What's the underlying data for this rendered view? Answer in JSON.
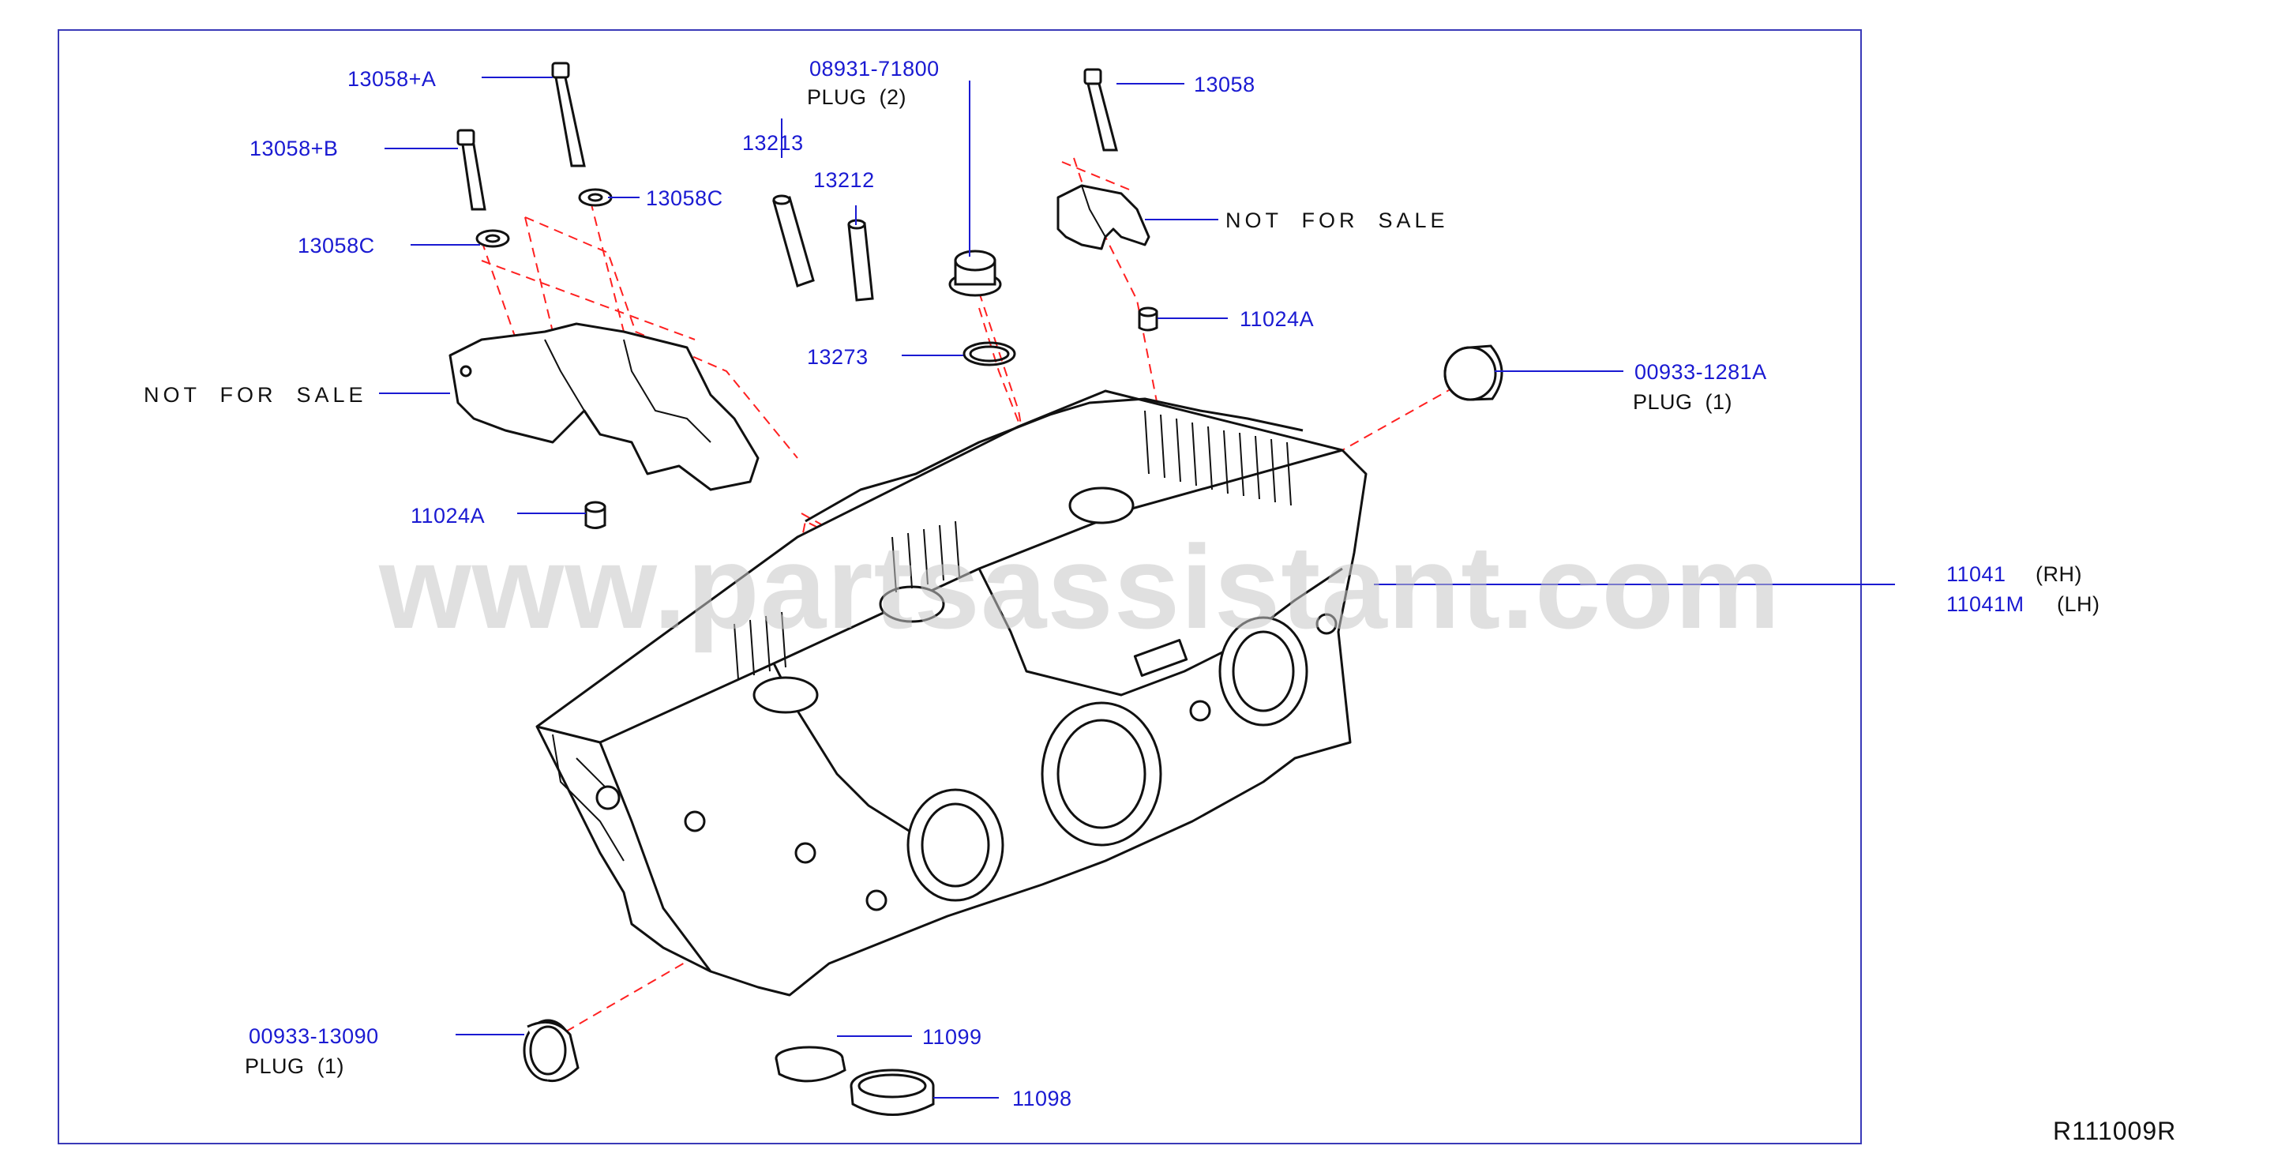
{
  "diagram_ref": "R111009R",
  "watermark": "www.partsassistant.com",
  "parts": {
    "bolt_13058_a": "13058+A",
    "bolt_13058_b": "13058+B",
    "washer_13058c_right": "13058C",
    "washer_13058c_left": "13058C",
    "plug_08931": "08931-71800",
    "plug_08931_note": "PLUG  (2)",
    "guide_13213": "13213",
    "guide_13212": "13212",
    "bolt_13058": "13058",
    "not_for_sale_right": "NOT  FOR  SALE",
    "dowel_11024a_right": "11024A",
    "gasket_13273": "13273",
    "plug_00933_1281a": "00933-1281A",
    "plug_00933_1281a_note": "PLUG  (1)",
    "not_for_sale_left": "NOT  FOR  SALE",
    "dowel_11024a_left": "11024A",
    "head_11041": "11041",
    "head_11041_side": "(RH)",
    "head_11041m": "11041M",
    "head_11041m_side": "(LH)",
    "plug_00933_13090": "00933-13090",
    "plug_00933_13090_note": "PLUG  (1)",
    "seal_11099": "11099",
    "seal_11098": "11098"
  },
  "colors": {
    "label_blue": "#1a1ad2",
    "leader_blue": "#1a1ad2",
    "frame_blue": "#3a3ab8",
    "drawing_line": "#111111",
    "part_fill": "#fff6cc",
    "dash_red": "#ff2020"
  }
}
